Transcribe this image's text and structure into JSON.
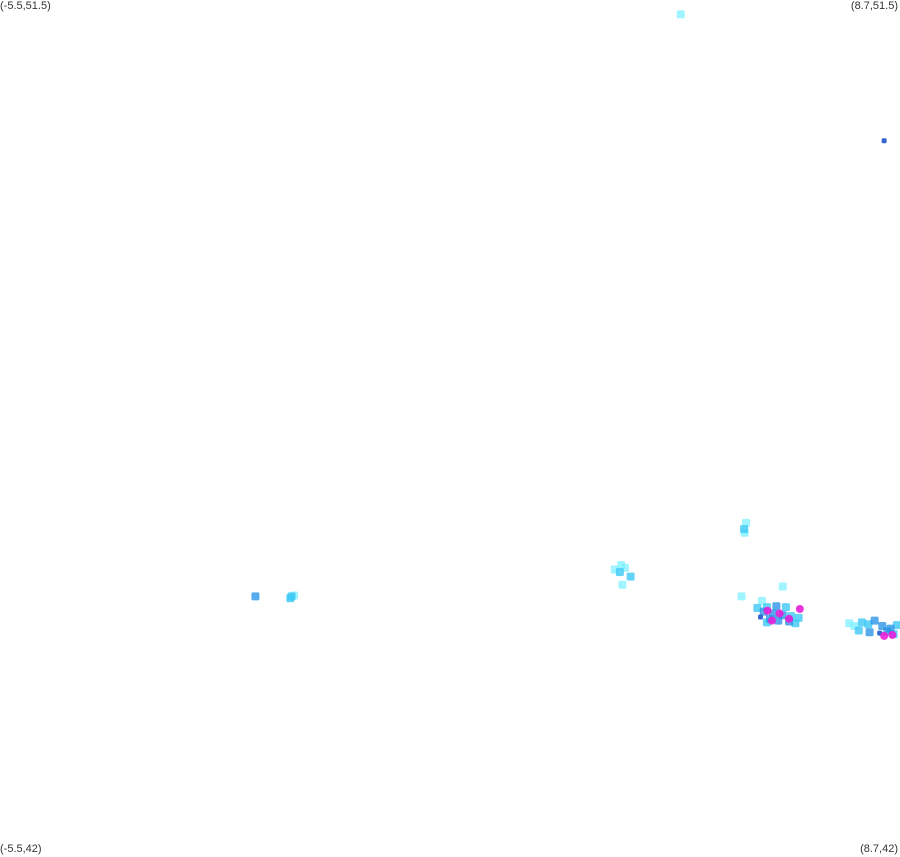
{
  "corners": {
    "top_left": "(-5.5,51.5)",
    "top_right": "(8.7,51.5)",
    "bottom_left": "(-5.5,42)",
    "bottom_right": "(8.7,42)"
  },
  "extent": {
    "lon_min": -5.5,
    "lon_max": 8.7,
    "lat_min": 42,
    "lat_max": 51.5
  },
  "colors": {
    "background": "#ffffff",
    "level_low": "#7ff0ff",
    "level_mid": "#3cc8f5",
    "level_high": "#1f8fe6",
    "level_max": "#2a5fd0",
    "hotspot": "#e81ed8"
  },
  "points": [
    {
      "lon": 5.24,
      "lat": 51.34,
      "level": "low"
    },
    {
      "lon": 8.45,
      "lat": 49.93,
      "level": "max"
    },
    {
      "lon": 6.27,
      "lat": 45.67,
      "level": "low"
    },
    {
      "lon": 6.24,
      "lat": 45.6,
      "level": "mid"
    },
    {
      "lon": 6.25,
      "lat": 45.56,
      "level": "low"
    },
    {
      "lon": 4.3,
      "lat": 45.2,
      "level": "low"
    },
    {
      "lon": 4.36,
      "lat": 45.17,
      "level": "low"
    },
    {
      "lon": 4.2,
      "lat": 45.15,
      "level": "low"
    },
    {
      "lon": 4.28,
      "lat": 45.12,
      "level": "mid"
    },
    {
      "lon": 4.45,
      "lat": 45.07,
      "level": "mid"
    },
    {
      "lon": 4.32,
      "lat": 44.98,
      "level": "low"
    },
    {
      "lon": -1.47,
      "lat": 44.85,
      "level": "high"
    },
    {
      "lon": -0.9,
      "lat": 44.85,
      "level": "mid"
    },
    {
      "lon": -0.86,
      "lat": 44.86,
      "level": "low"
    },
    {
      "lon": -0.92,
      "lat": 44.83,
      "level": "mid"
    },
    {
      "lon": 6.2,
      "lat": 44.85,
      "level": "low"
    },
    {
      "lon": 6.85,
      "lat": 44.96,
      "level": "low"
    },
    {
      "lon": 6.52,
      "lat": 44.8,
      "level": "low"
    },
    {
      "lon": 6.6,
      "lat": 44.73,
      "level": "mid"
    },
    {
      "lon": 6.75,
      "lat": 44.74,
      "level": "high"
    },
    {
      "lon": 6.9,
      "lat": 44.73,
      "level": "mid"
    },
    {
      "lon": 6.45,
      "lat": 44.72,
      "level": "mid"
    },
    {
      "lon": 6.55,
      "lat": 44.68,
      "level": "high"
    },
    {
      "lon": 6.7,
      "lat": 44.66,
      "level": "high"
    },
    {
      "lon": 6.85,
      "lat": 44.64,
      "level": "high"
    },
    {
      "lon": 6.98,
      "lat": 44.63,
      "level": "mid"
    },
    {
      "lon": 7.1,
      "lat": 44.61,
      "level": "mid"
    },
    {
      "lon": 6.5,
      "lat": 44.62,
      "level": "max"
    },
    {
      "lon": 6.65,
      "lat": 44.6,
      "level": "high"
    },
    {
      "lon": 6.78,
      "lat": 44.58,
      "level": "high"
    },
    {
      "lon": 6.95,
      "lat": 44.57,
      "level": "high"
    },
    {
      "lon": 7.05,
      "lat": 44.55,
      "level": "mid"
    },
    {
      "lon": 6.6,
      "lat": 44.56,
      "level": "mid"
    },
    {
      "lon": 6.61,
      "lat": 44.69,
      "level": "hotspot"
    },
    {
      "lon": 6.8,
      "lat": 44.66,
      "level": "hotspot"
    },
    {
      "lon": 6.95,
      "lat": 44.6,
      "level": "hotspot"
    },
    {
      "lon": 7.12,
      "lat": 44.71,
      "level": "hotspot"
    },
    {
      "lon": 6.68,
      "lat": 44.58,
      "level": "hotspot"
    },
    {
      "lon": 7.9,
      "lat": 44.55,
      "level": "low"
    },
    {
      "lon": 7.98,
      "lat": 44.52,
      "level": "low"
    },
    {
      "lon": 8.1,
      "lat": 44.56,
      "level": "mid"
    },
    {
      "lon": 8.2,
      "lat": 44.54,
      "level": "mid"
    },
    {
      "lon": 8.3,
      "lat": 44.58,
      "level": "high"
    },
    {
      "lon": 8.42,
      "lat": 44.52,
      "level": "high"
    },
    {
      "lon": 8.55,
      "lat": 44.49,
      "level": "high"
    },
    {
      "lon": 8.65,
      "lat": 44.53,
      "level": "mid"
    },
    {
      "lon": 8.05,
      "lat": 44.47,
      "level": "mid"
    },
    {
      "lon": 8.22,
      "lat": 44.45,
      "level": "high"
    },
    {
      "lon": 8.38,
      "lat": 44.44,
      "level": "max"
    },
    {
      "lon": 8.5,
      "lat": 44.46,
      "level": "high"
    },
    {
      "lon": 8.6,
      "lat": 44.43,
      "level": "mid"
    },
    {
      "lon": 8.45,
      "lat": 44.41,
      "level": "hotspot"
    },
    {
      "lon": 8.58,
      "lat": 44.42,
      "level": "hotspot"
    }
  ]
}
